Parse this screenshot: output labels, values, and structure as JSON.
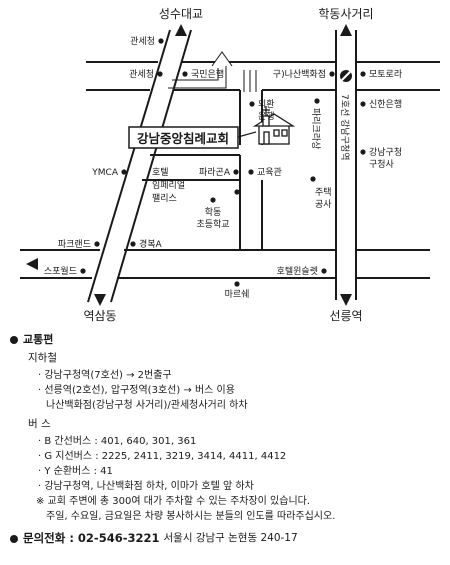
{
  "map": {
    "roads": {
      "seongsu_bridge": "성수대교",
      "hakdong_intersection": "학동사거리",
      "yeoksam_dong": "역삼동",
      "seolleung_station": "선릉역",
      "line7_label": "7호선 강남구청역"
    },
    "church_label": "강남중앙침례교회",
    "landmarks": {
      "gwanse_1": "관세청",
      "gwanse_2": "관세청",
      "kookmin_bank": "국민은행",
      "nasan_dept": "구)나산백화점",
      "motorola": "모토로라",
      "shinhan_bank": "신한은행",
      "exchange_bank_1": "외환",
      "exchange_bank_2": "은행",
      "paris_croissant_v": "파리크라상",
      "paris_croissant_a": "파라곤A",
      "gangnam_office_1": "강남구청",
      "gangnam_office_2": "구청사",
      "ymca": "YMCA",
      "hotel_1": "호텔",
      "hotel_2": "임페리얼",
      "hotel_3": "팰리스",
      "education_center": "교육관",
      "housing_1": "주택",
      "housing_2": "공사",
      "hakdong_school_1": "학동",
      "hakdong_school_2": "초등학교",
      "paris_land": "파크랜드",
      "gyeongbok_a": "경복A",
      "sports_world": "스포월드",
      "hotel_winsulet": "호텔윈슬렛",
      "marche": "마르쉐"
    }
  },
  "transit": {
    "title": "교통편",
    "subway_title": "지하철",
    "subway_lines": [
      "· 강남구청역(7호선) → 2번출구",
      "· 선릉역(2호선), 압구정역(3호선) → 버스 이용"
    ],
    "subway_indent": "나산백화점(강남구청 사거리)/관세청사거리 하차",
    "bus_title": "버  스",
    "bus_lines": [
      "· B 간선버스 : 401, 640, 301, 361",
      "· G 지선버스 : 2225, 2411, 3219, 3414, 4411, 4412",
      "· Y 순환버스 : 41",
      "· 강남구청역, 나산백화점 하차, 이마가 호텔 앞 하차"
    ],
    "note_1": "※ 교회 주변에 총 300여 대가 주차할 수 있는 주차장이 있습니다.",
    "note_2": "주일, 수요일, 금요일은 차량 봉사하시는 분들의 인도를 따라주십시오."
  },
  "contact": {
    "label": "문의전화 : 02-546-3221",
    "address": "서울시 강남구 논현동 240-17"
  }
}
